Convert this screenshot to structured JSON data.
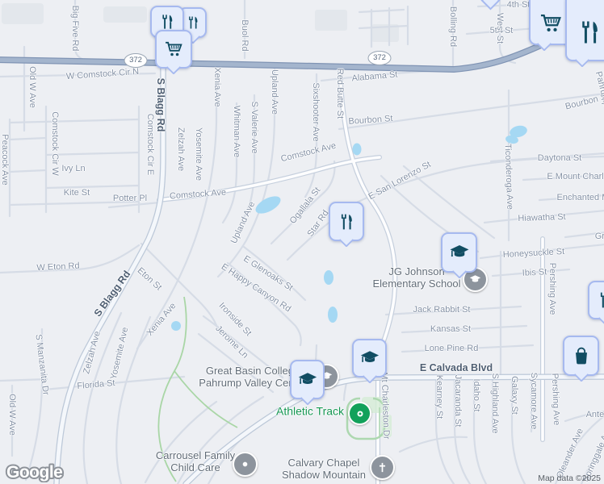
{
  "map": {
    "logo": "Google",
    "attribution": "Map data ©2025",
    "shield": "372"
  },
  "places": {
    "school": {
      "line1": "JG Johnson",
      "line2": "Elementary School"
    },
    "college": {
      "line1": "Great Basin College",
      "line2": "Pahrump Valley Center"
    },
    "childcare": {
      "line1": "Carrousel Family",
      "line2": "Child Care"
    },
    "church": {
      "line1": "Calvary Chapel",
      "line2": "Shadow Mountain"
    },
    "track": "Athletic Track"
  },
  "markers": {
    "restaurant": "fork-knife-icon",
    "grocery": "shopping-cart-icon",
    "school": "graduation-cap-icon",
    "store": "shopping-bag-icon",
    "church": "cross-icon",
    "childcare": "dot-icon",
    "track": "donut-icon"
  },
  "colors": {
    "marker_fill": "#e4ecfc",
    "marker_border": "#a6b9ef",
    "marker_glyph": "#114d63",
    "water": "#a5d8f3",
    "highway": "#a4b5cd",
    "green_poi": "#149552",
    "poi_circle_gray": "#8d949d"
  },
  "streets": [
    "W Comstock Cir N",
    "Alabama St",
    "Bourbon St",
    "Bourbon St",
    "4th St",
    "5th St",
    "Comstock Ave",
    "Comstock Ave",
    "Ivy Ln",
    "Kite St",
    "Potter Pl",
    "Daytona St",
    "E Mount Charleston",
    "Enchanted Mountain",
    "Hiawatha St",
    "Grand",
    "Honeysuckle St",
    "Ibis St",
    "Jack Rabbit St",
    "Kansas St",
    "Lone Pine Rd",
    "E Calvada Blvd",
    "W Eton Rd",
    "Florida St",
    "Antelope St",
    "Big Five Rd",
    "Old W Ave",
    "Peacock Ave",
    "Comstock Cir W",
    "Comstock Cir E",
    "S Blagg Rd",
    "Zelzah Ave",
    "Yosemite Ave",
    "Xenia Ave",
    "Whitman Ave",
    "S Valerie Ave",
    "Upland Ave",
    "Buol Rd",
    "Bolling Rd",
    "West St",
    "r St",
    "Red Butte St",
    "Sixshooter Ave",
    "Ticonderoga Ave",
    "Pershing Ave",
    "Pershing Ave",
    "Mt Charleston Dr",
    "Kearney St",
    "Jacaranda St",
    "Idaho St",
    "S Highland Ave",
    "Galaxy St",
    "Sycamore Ave",
    "Oleander Ave",
    "Springgale Ave",
    "S Manzanita Dr",
    "Old W Ave",
    "Eton St",
    "S Blagg Rd",
    "Zelzah Ave",
    "Yosemite Ave",
    "Xenia Ave",
    "Upland Ave",
    "E Glenoaks St",
    "E Happy Canyon Rd",
    "Ironside St",
    "Jerome Ln",
    "Ogallala St",
    "Star Rd",
    "E San Lorenzo St",
    "Pahrump Valley"
  ]
}
